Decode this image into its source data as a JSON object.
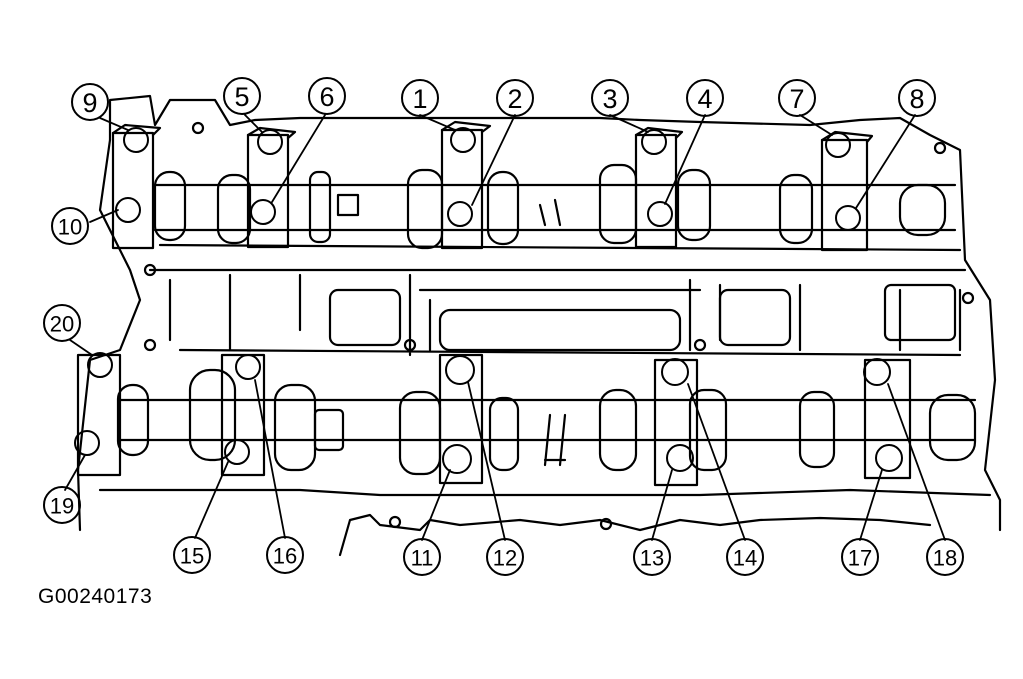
{
  "figure_code": "G00240173",
  "callouts": {
    "c1": "1",
    "c2": "2",
    "c3": "3",
    "c4": "4",
    "c5": "5",
    "c6": "6",
    "c7": "7",
    "c8": "8",
    "c9": "9",
    "c10": "10",
    "c11": "11",
    "c12": "12",
    "c13": "13",
    "c14": "14",
    "c15": "15",
    "c16": "16",
    "c17": "17",
    "c18": "18",
    "c19": "19",
    "c20": "20"
  },
  "colors": {
    "ink": "#000000",
    "paper": "#ffffff"
  }
}
